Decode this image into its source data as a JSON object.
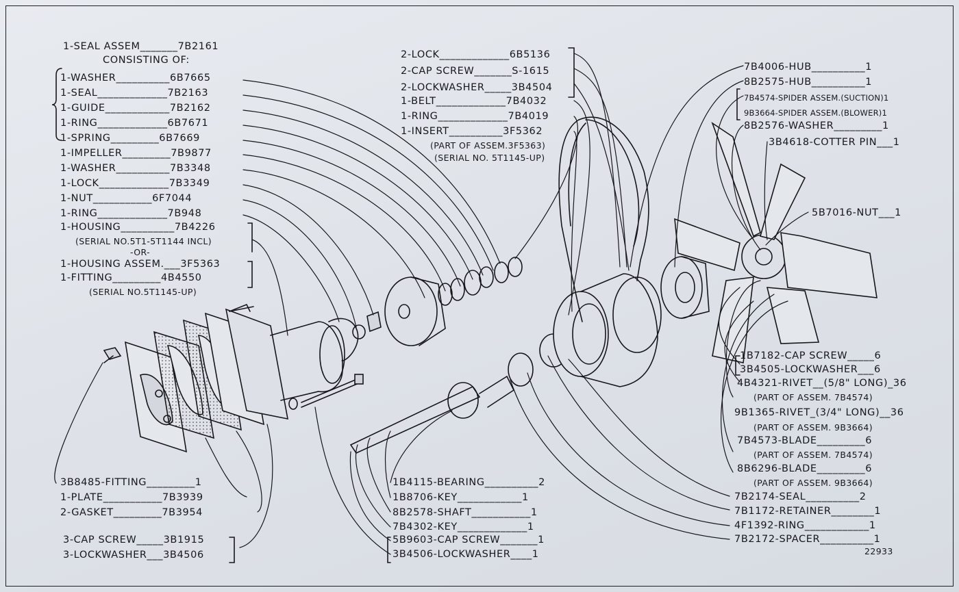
{
  "left_group": {
    "title": "1-SEAL ASSEM_______7B2161",
    "subtitle": "CONSISTING OF:",
    "items": [
      "1-WASHER__________6B7665",
      "1-SEAL_____________7B2163",
      "1-GUIDE____________7B2162",
      "1-RING_____________6B7671",
      "1-SPRING_________6B7669",
      "1-IMPELLER_________7B9877",
      "1-WASHER__________7B3348",
      "1-LOCK_____________7B3349",
      "1-NUT___________6F7044",
      "1-RING_____________7B948",
      "1-HOUSING__________7B4226",
      "(SERIAL NO.5T1-5T1144 INCL)",
      "-OR-",
      "1-HOUSING ASSEM.___3F5363",
      "1-FITTING_________4B4550",
      "(SERIAL NO.5T1145-UP)"
    ]
  },
  "top_group": {
    "items": [
      "2-LOCK_____________6B5136",
      "2-CAP SCREW_______S-1615",
      "2-LOCKWASHER_____3B4504",
      "1-BELT_____________7B4032",
      "1-RING_____________7B4019",
      "1-INSERT__________3F5362",
      "(PART OF ASSEM.3F5363)",
      "(SERIAL NO. 5T1145-UP)"
    ]
  },
  "right_group": {
    "items": [
      "7B4006-HUB__________1",
      "8B2575-HUB__________1",
      "7B4574-SPIDER ASSEM.(SUCTION)1",
      "9B3664-SPIDER ASSEM.(BLOWER)1",
      "8B2576-WASHER_________1",
      "3B4618-COTTER PIN___1",
      "5B7016-NUT___1"
    ]
  },
  "right_lower_group": {
    "items": [
      "1B7182-CAP SCREW_____6",
      "3B4505-LOCKWASHER___6",
      "4B4321-RIVET__(5/8\" LONG)_36",
      "(PART OF ASSEM. 7B4574)",
      "9B1365-RIVET_(3/4\" LONG)__36",
      "(PART OF ASSEM. 9B3664)",
      "7B4573-BLADE_________6",
      "(PART OF ASSEM. 7B4574)",
      "8B6296-BLADE_________6",
      "(PART OF ASSEM. 9B3664)"
    ]
  },
  "bottom_left_group": {
    "items": [
      "3B8485-FITTING_________1",
      "1-PLATE___________7B3939",
      "2-GASKET_________7B3954",
      "3-CAP SCREW_____3B1915",
      "3-LOCKWASHER___3B4506"
    ]
  },
  "bottom_middle_group": {
    "items": [
      "1B4115-BEARING__________2",
      "1B8706-KEY____________1",
      "8B2578-SHAFT___________1",
      "7B4302-KEY_____________1",
      "5B9603-CAP SCREW_______1",
      "3B4506-LOCKWASHER____1"
    ]
  },
  "bottom_right_group": {
    "items": [
      "7B2174-SEAL__________2",
      "7B1172-RETAINER________1",
      "4F1392-RING____________1",
      "7B2172-SPACER__________1"
    ]
  },
  "figure_number": "22933"
}
